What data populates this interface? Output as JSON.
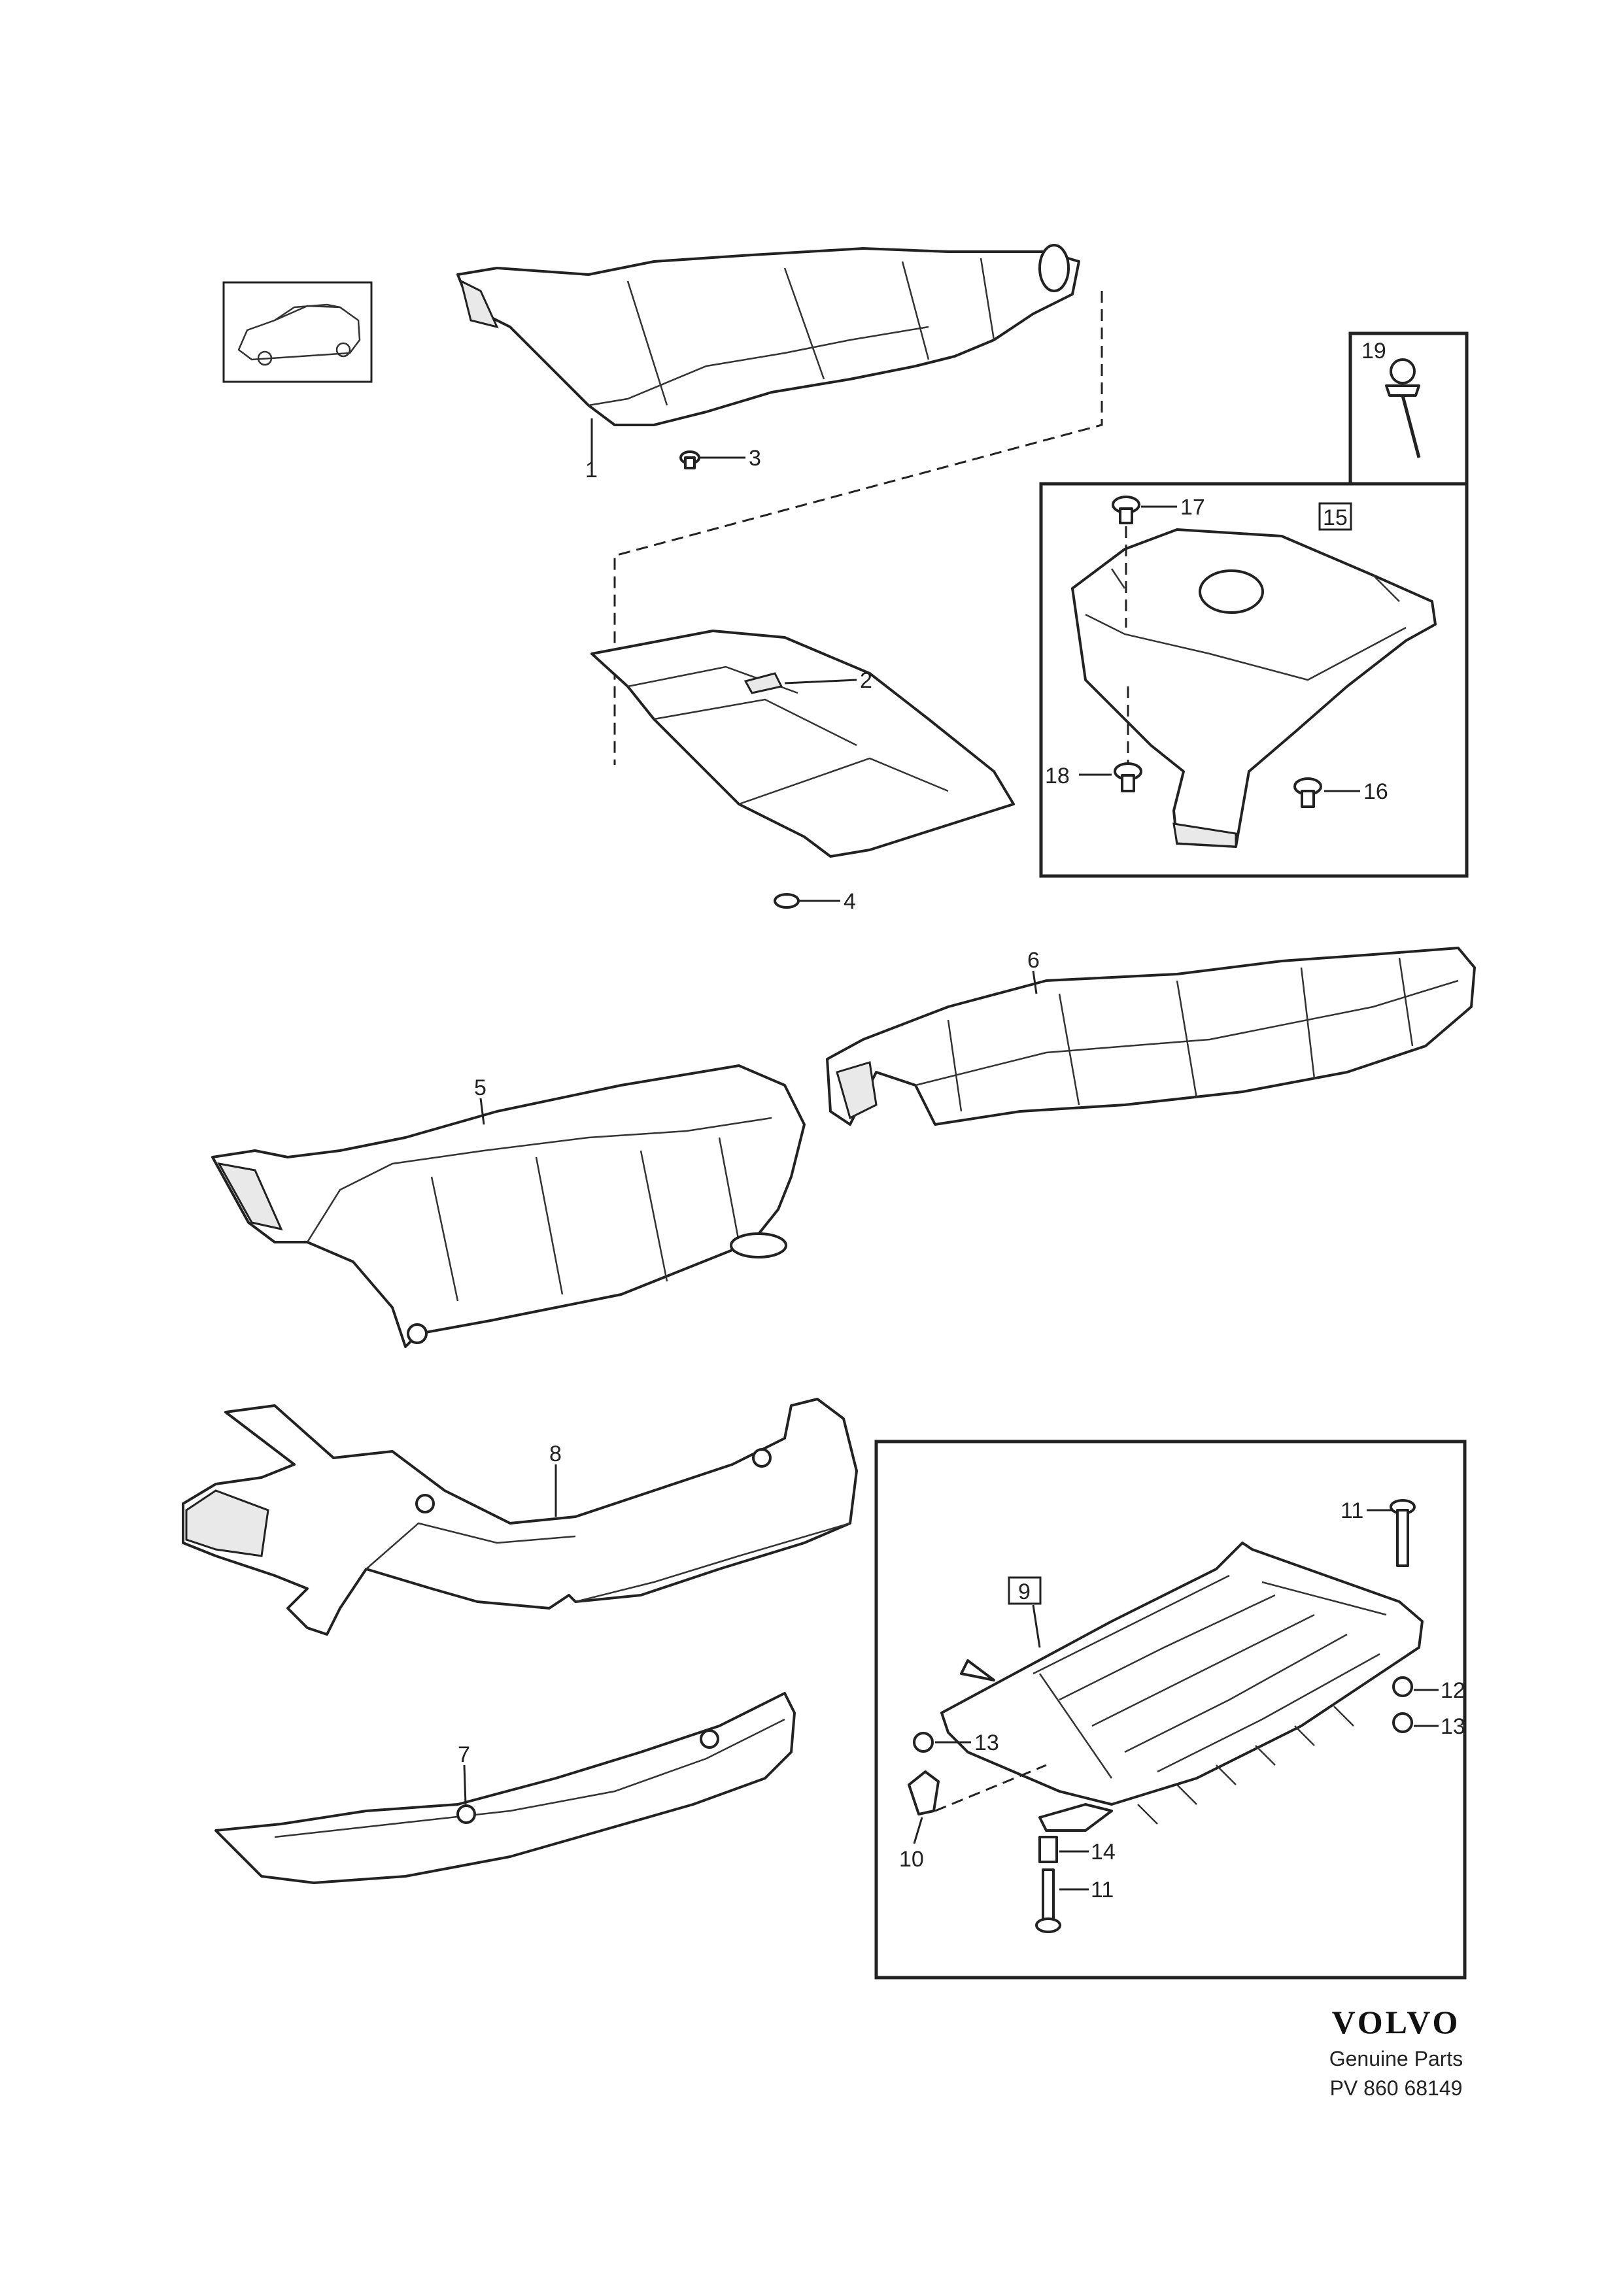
{
  "labels": {
    "p1": "1",
    "p2": "2",
    "p3": "3",
    "p4": "4",
    "p5": "5",
    "p6": "6",
    "p7": "7",
    "p8": "8",
    "p9": "9",
    "p10": "10",
    "p11a": "11",
    "p11b": "11",
    "p12": "12",
    "p13a": "13",
    "p13b": "13",
    "p14": "14",
    "p15": "15",
    "p16": "16",
    "p17": "17",
    "p18": "18",
    "p19": "19"
  },
  "footer": {
    "brand": "VOLVO",
    "subtitle": "Genuine Parts",
    "code": "PV 860  68149"
  }
}
